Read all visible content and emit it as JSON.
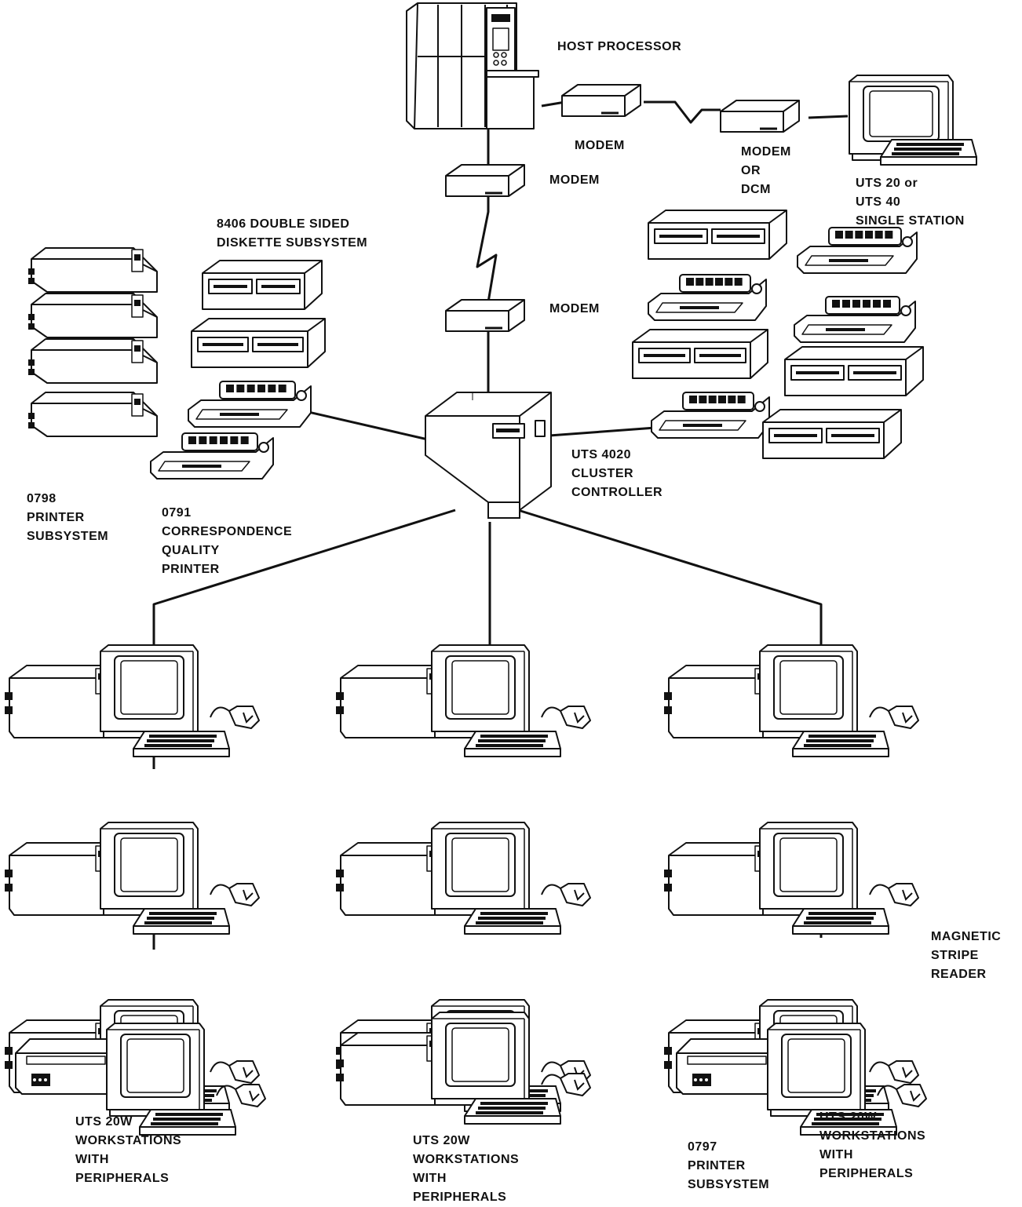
{
  "labels": {
    "host_processor": "HOST PROCESSOR",
    "modem_top": "MODEM",
    "modem_or_dcm": "MODEM\nOR\nDCM",
    "single_station": "UTS 20 or\nUTS 40\nSINGLE STATION",
    "modem_mid_1": "MODEM",
    "modem_mid_2": "MODEM",
    "diskette_subsystem": "8406 DOUBLE SIDED\nDISKETTE SUBSYSTEM",
    "cluster_controller": "UTS 4020\nCLUSTER\nCONTROLLER",
    "printer_0798": "0798\nPRINTER\nSUBSYSTEM",
    "printer_0791": "0791\nCORRESPONDENCE\nQUALITY\nPRINTER",
    "magnetic_stripe": "MAGNETIC\nSTRIPE\nREADER",
    "workstations_left": "UTS 20W\nWORKSTATIONS\nWITH\nPERIPHERALS",
    "workstations_mid": "UTS 20W\nWORKSTATIONS\nWITH\nPERIPHERALS",
    "printer_0797": "0797\nPRINTER\nSUBSYSTEM",
    "workstations_right": "UTS 20W\nWORKSTATIONS\nWITH\nPERIPHERALS"
  },
  "colors": {
    "ink": "#111111",
    "paper": "#ffffff"
  }
}
